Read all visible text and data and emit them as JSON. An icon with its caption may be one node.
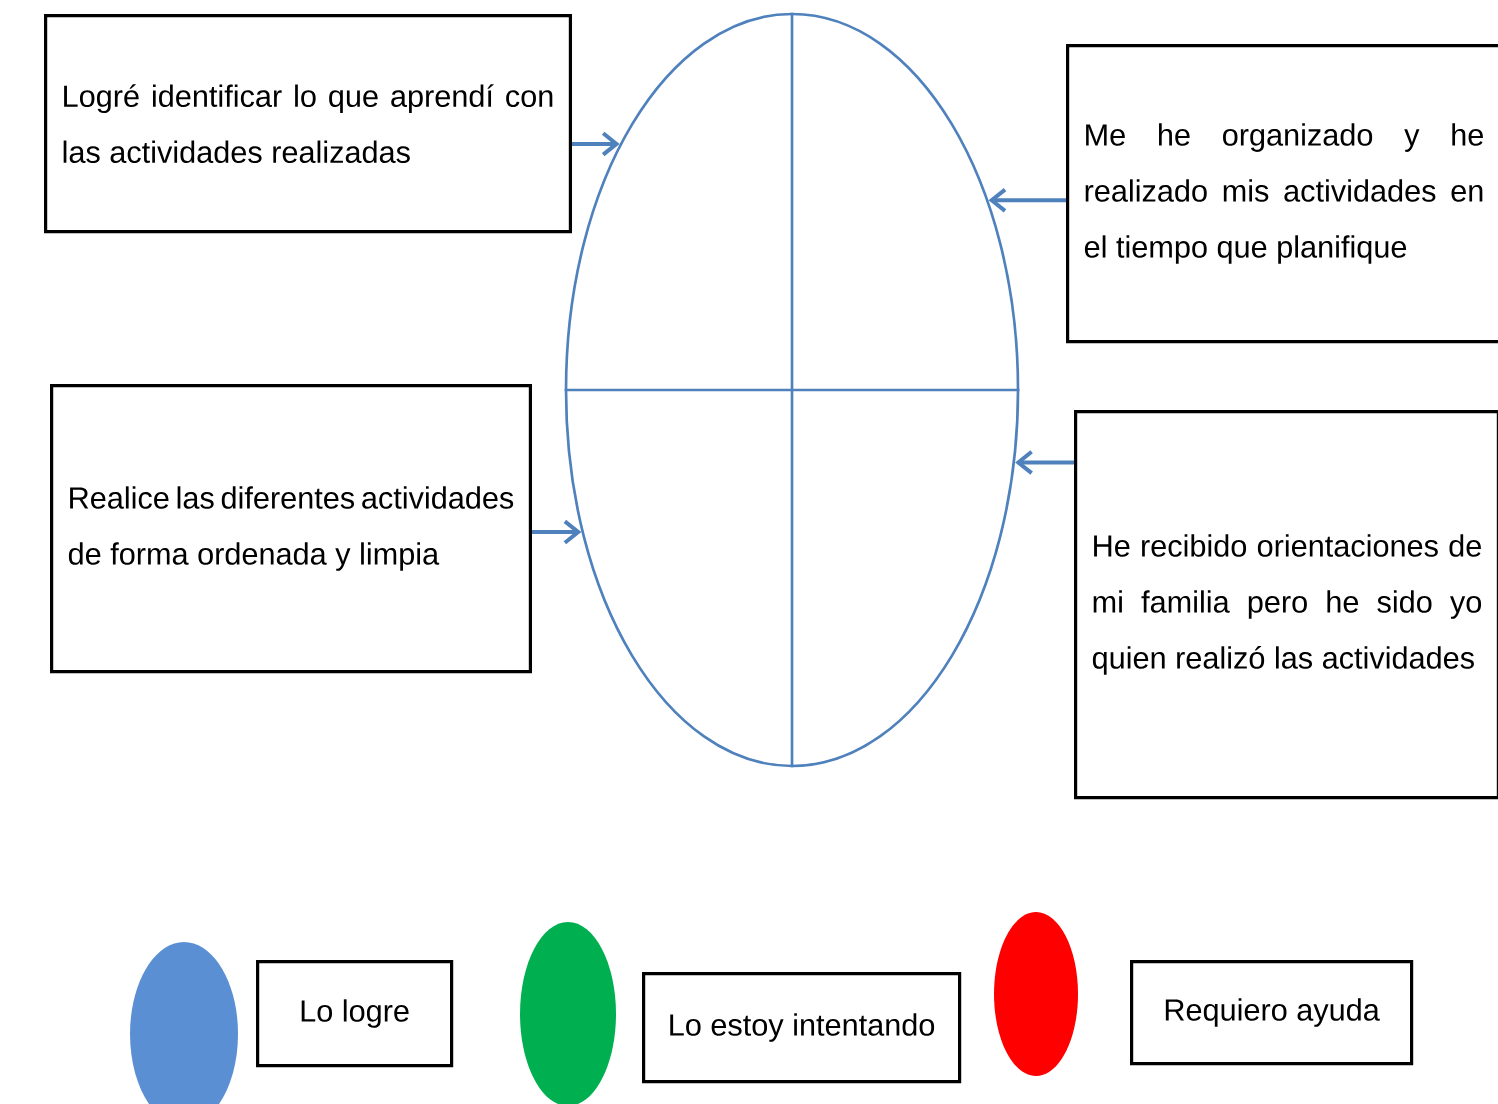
{
  "diagram": {
    "nodes": [
      {
        "text": [],
        "shape": "circle"
      },
      {
        "text": [
          "Logré identificar lo que aprendí con las actividades realizadas"
        ]
      },
      {
        "text": [
          "Me he organizado y he realizado mis actividades en el tiempo que planifique"
        ]
      },
      {
        "text": [
          "Realice las diferentes actividades de forma ordenada y limpia"
        ]
      },
      {
        "text": [
          "He recibido orientaciones de mi familia pero he sido yo quien realizó las actividades"
        ]
      }
    ],
    "edges": [
      {
        "from": 1,
        "to": 0,
        "arrow": "to"
      },
      {
        "from": 2,
        "to": 0,
        "arrow": "to"
      },
      {
        "from": 3,
        "to": 0,
        "arrow": "to"
      },
      {
        "from": 4,
        "to": 0,
        "arrow": "to"
      }
    ],
    "legend": [
      {
        "text": "Lo logre",
        "color": "#5b8fd4"
      },
      {
        "text": "Lo estoy intentando",
        "color": "#00b050"
      },
      {
        "text": "Requiero ayuda",
        "color": "#ff0000"
      }
    ]
  }
}
